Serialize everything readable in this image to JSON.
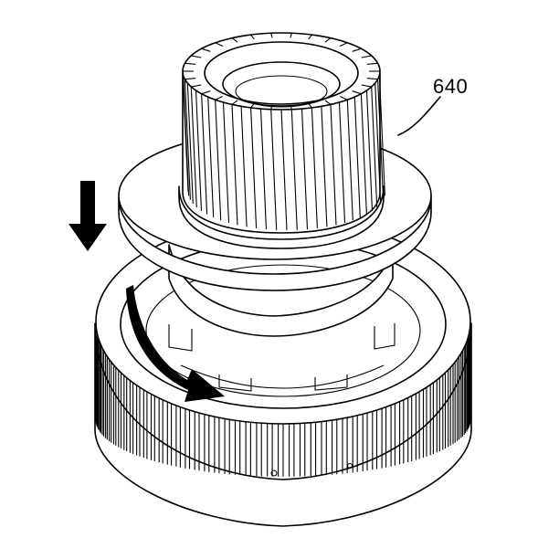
{
  "callout": {
    "label": "640"
  },
  "colors": {
    "ink": "#000000",
    "paper": "#ffffff"
  },
  "parts": {
    "lower_gear": {
      "teeth": 54
    },
    "upper_shaft": {
      "splines": 30
    }
  },
  "icons": {
    "down_arrow": "arrow-down-icon",
    "rotate_arrow": "curved-arrow-icon"
  }
}
